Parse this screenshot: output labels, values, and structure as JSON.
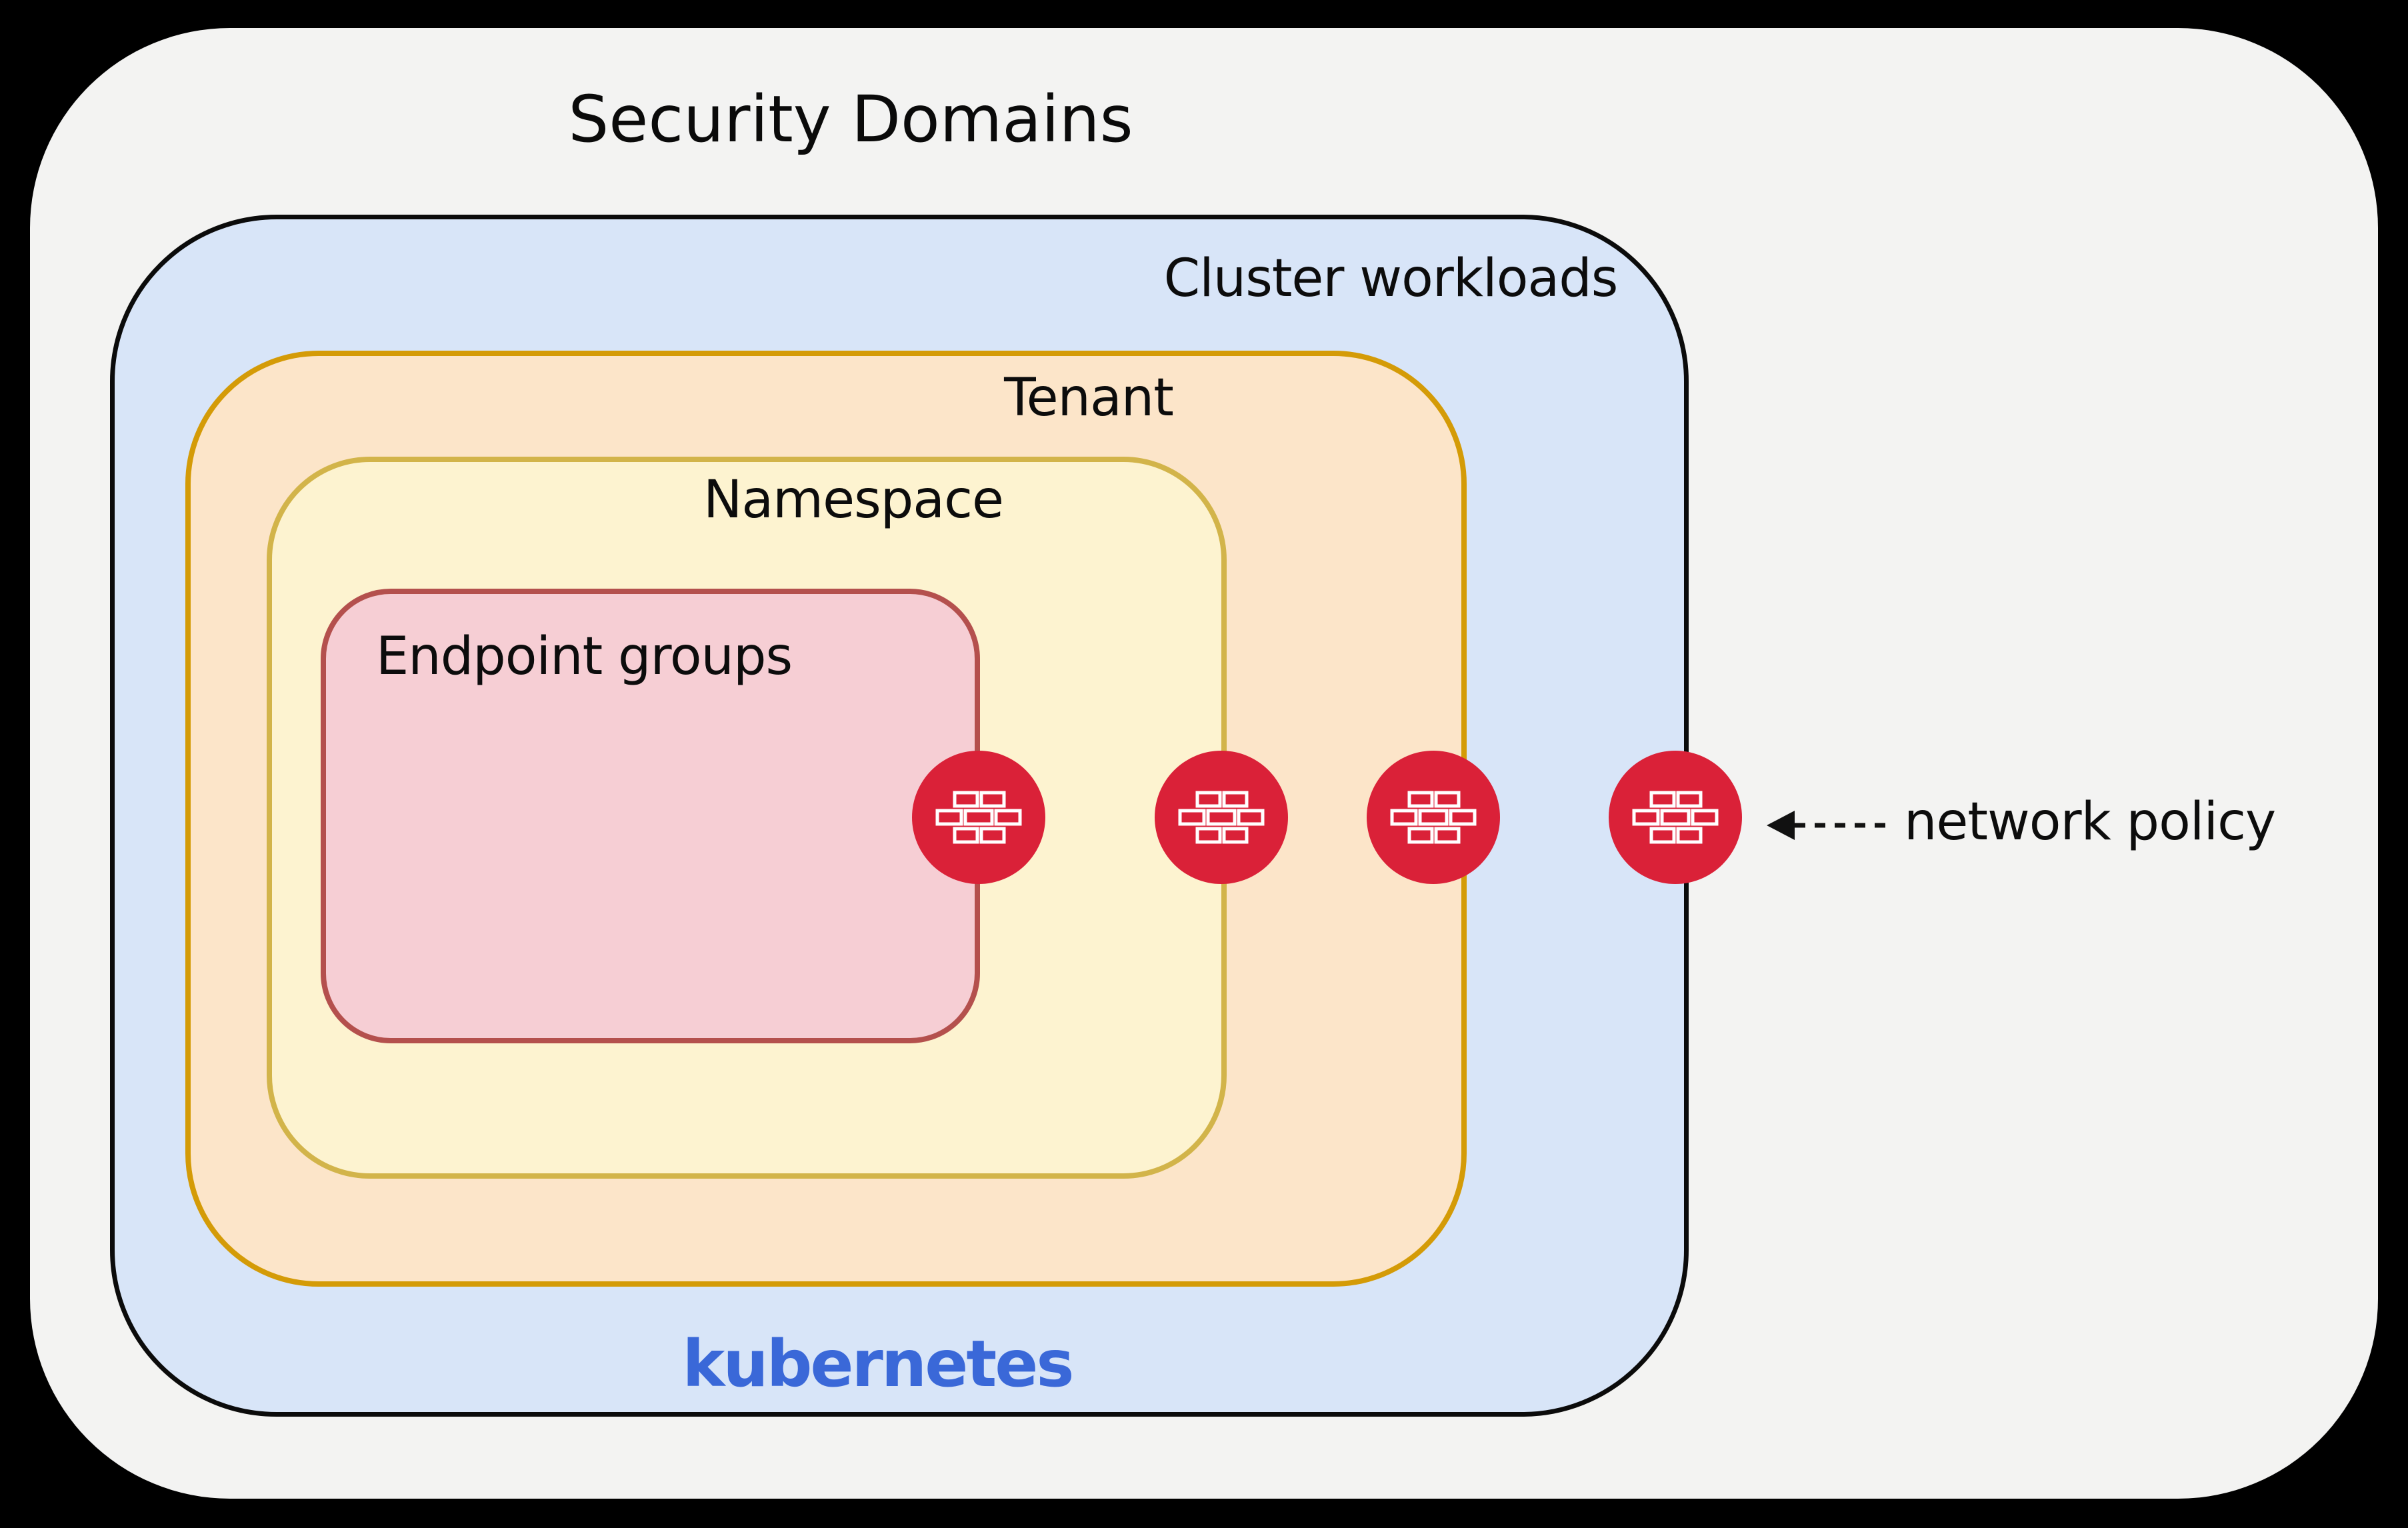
{
  "title": "Security Domains",
  "domains": {
    "cluster": {
      "label": "Cluster workloads",
      "footer": "kubernetes"
    },
    "tenant": {
      "label": "Tenant"
    },
    "namespace": {
      "label": "Namespace"
    },
    "endpoint_groups": {
      "label": "Endpoint groups"
    }
  },
  "annotation": {
    "label": "network policy"
  },
  "icons": {
    "firewall": "brick-wall-icon"
  },
  "firewalls": {
    "count": 4,
    "placements": [
      "endpoint-groups-boundary",
      "namespace-boundary",
      "tenant-boundary",
      "cluster-boundary"
    ]
  },
  "colors": {
    "page_background": "#000000",
    "panel_background": "#f3f3f2",
    "cluster_fill": "#d8e5f8",
    "cluster_border": "#0b0b0b",
    "tenant_fill": "#fce5c9",
    "tenant_border": "#d49b07",
    "namespace_fill": "#fdf3d0",
    "namespace_border": "#d2b44a",
    "endpoint_fill": "#f6ced4",
    "endpoint_border": "#b4504d",
    "firewall_red": "#da2138",
    "kubernetes_blue": "#3a68d8",
    "text": "#0c0c0c"
  }
}
